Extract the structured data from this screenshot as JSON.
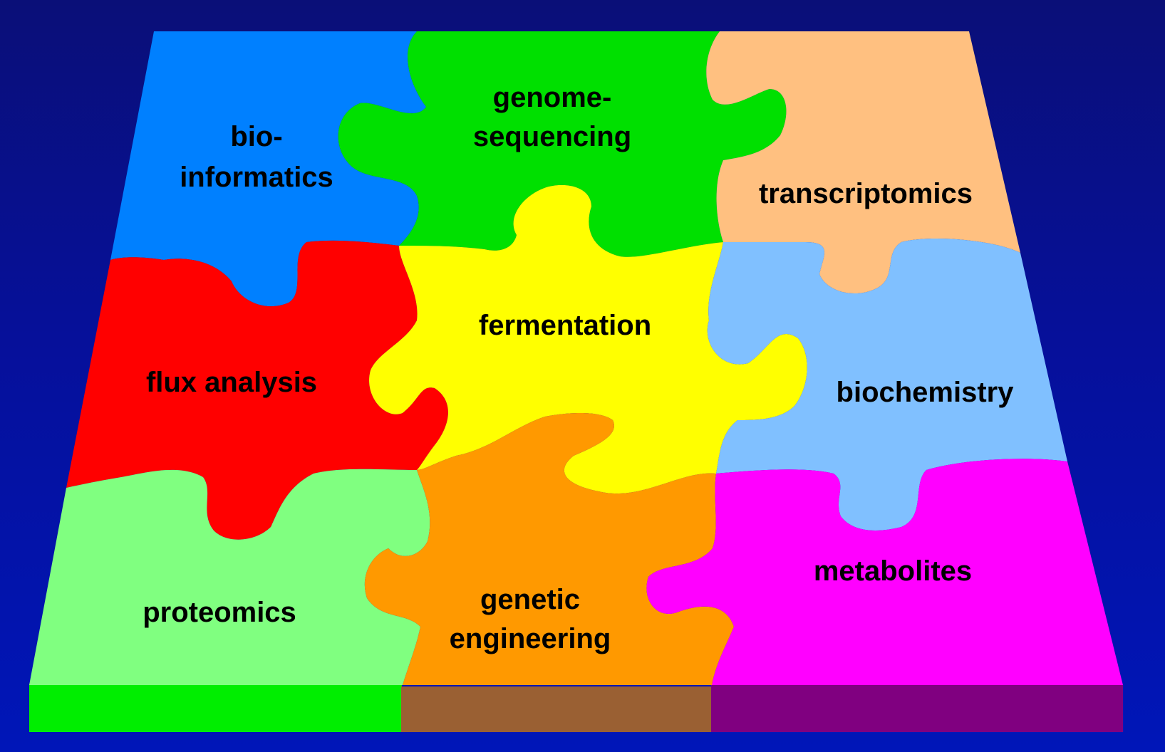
{
  "pieces": [
    {
      "id": "bioinformatics",
      "lines": [
        "bio-",
        "informatics"
      ],
      "color": "#0080ff"
    },
    {
      "id": "genome-sequencing",
      "lines": [
        "genome-",
        "sequencing"
      ],
      "color": "#00e000"
    },
    {
      "id": "transcriptomics",
      "lines": [
        "transcriptomics"
      ],
      "color": "#ffc080"
    },
    {
      "id": "flux-analysis",
      "lines": [
        "flux analysis"
      ],
      "color": "#ff0000"
    },
    {
      "id": "fermentation",
      "lines": [
        "fermentation"
      ],
      "color": "#ffff00"
    },
    {
      "id": "biochemistry",
      "lines": [
        "biochemistry"
      ],
      "color": "#80c0ff"
    },
    {
      "id": "proteomics",
      "lines": [
        "proteomics"
      ],
      "color": "#80ff80"
    },
    {
      "id": "genetic-engineering",
      "lines": [
        "genetic",
        "engineering"
      ],
      "color": "#ff9900"
    },
    {
      "id": "metabolites",
      "lines": [
        "metabolites"
      ],
      "color": "#ff00ff"
    }
  ],
  "edges": [
    {
      "id": "edge-left",
      "color": "#00ee00"
    },
    {
      "id": "edge-middle",
      "color": "#9a6033"
    },
    {
      "id": "edge-right",
      "color": "#800080"
    }
  ]
}
